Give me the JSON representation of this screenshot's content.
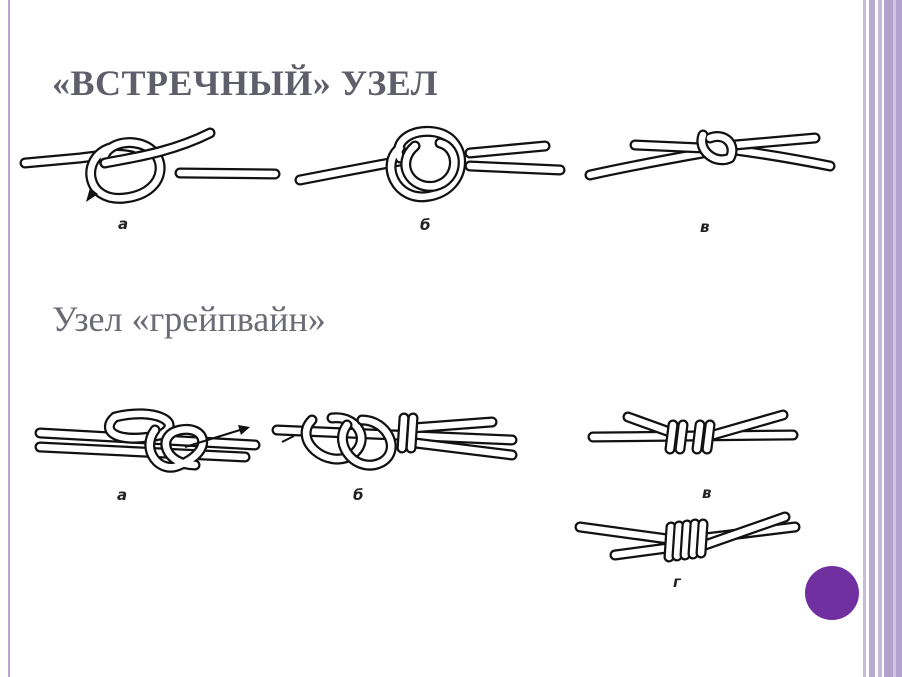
{
  "slide": {
    "title": "«ВСТРЕЧНЫЙ» УЗЕЛ",
    "subtitle": "Узел «грейпвайн»",
    "colors": {
      "background": "#ffffff",
      "title_text": "#5f5f6b",
      "frame": "#b6a6cf",
      "accent_dot": "#7030a0"
    }
  },
  "figures": {
    "counter_knot": [
      {
        "label": "а"
      },
      {
        "label": "б"
      },
      {
        "label": "в"
      }
    ],
    "grapevine_knot": [
      {
        "label": "а"
      },
      {
        "label": "б"
      },
      {
        "label": "в"
      },
      {
        "label": "г"
      }
    ]
  }
}
